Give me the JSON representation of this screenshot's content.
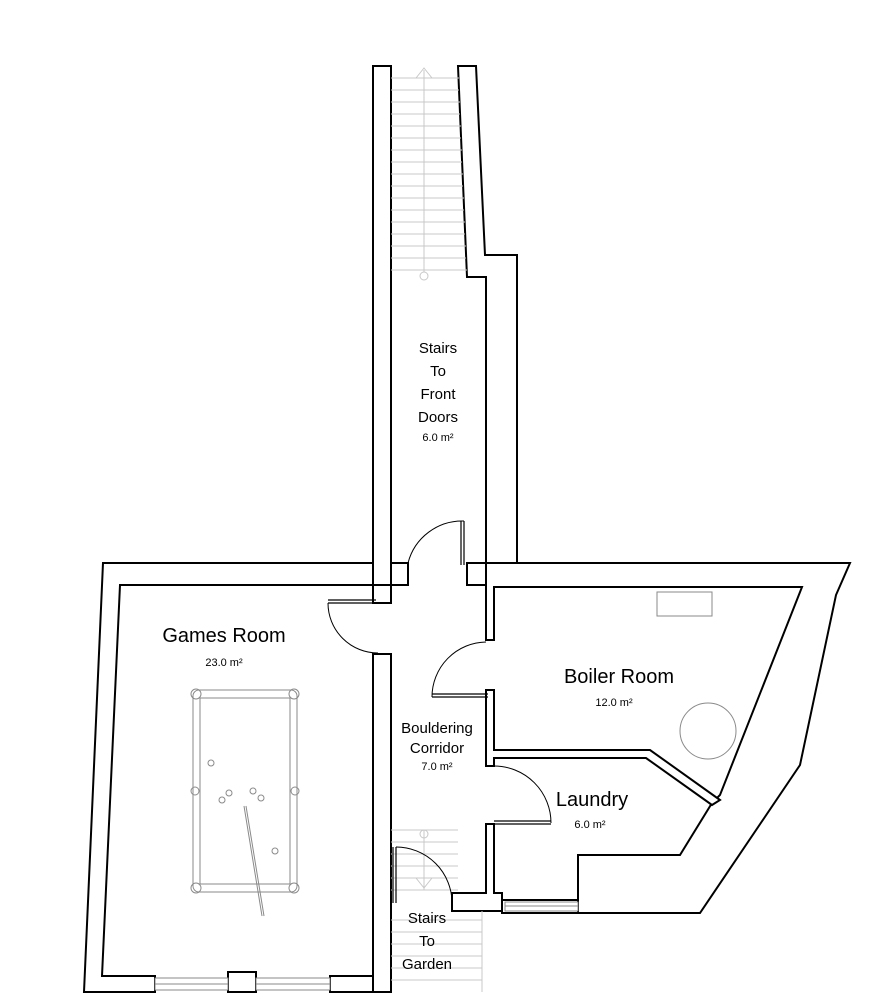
{
  "rooms": {
    "stairs_front": {
      "name_lines": [
        "Stairs",
        "To",
        "Front",
        "Doors"
      ],
      "area": "6.0 m²"
    },
    "games_room": {
      "name": "Games Room",
      "area": "23.0 m²"
    },
    "boiler_room": {
      "name": "Boiler Room",
      "area": "12.0 m²"
    },
    "bouldering_corridor": {
      "name_lines": [
        "Bouldering",
        "Corridor"
      ],
      "area": "7.0 m²"
    },
    "laundry": {
      "name": "Laundry",
      "area": "6.0 m²"
    },
    "stairs_garden": {
      "name_lines": [
        "Stairs",
        "To",
        "Garden"
      ]
    }
  },
  "colors": {
    "wall_stroke": "#000000",
    "wall_fill": "#ffffff",
    "fixture_stroke": "#8a8a8a",
    "stair_stroke": "#c8c8c8"
  }
}
